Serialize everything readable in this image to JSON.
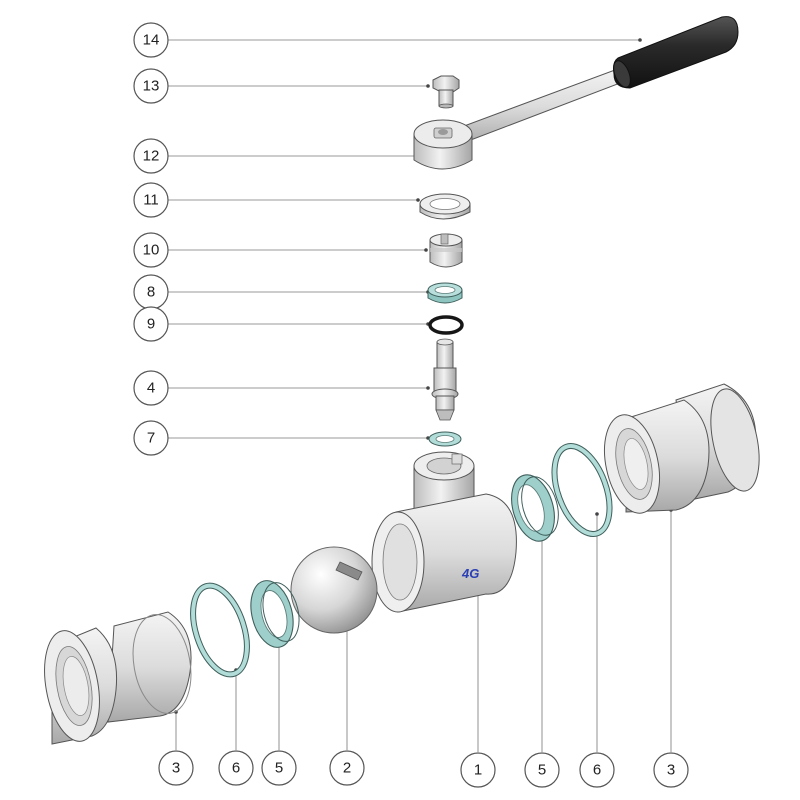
{
  "diagram": {
    "brand_mark": "4G",
    "colors": {
      "metal_light": "#e9e9e9",
      "metal_mid": "#cfcfcf",
      "metal_dark": "#9e9e9e",
      "seal_teal": "#a9d6d2",
      "oring_black": "#1a1a1a",
      "handle_grip": "#2a2a2a",
      "brand_blue": "#2b3fb5",
      "leader_line": "#777777"
    },
    "callouts_left": [
      {
        "id": "c14",
        "label": "14"
      },
      {
        "id": "c13",
        "label": "13"
      },
      {
        "id": "c12",
        "label": "12"
      },
      {
        "id": "c11",
        "label": "11"
      },
      {
        "id": "c10",
        "label": "10"
      },
      {
        "id": "c8",
        "label": "8"
      },
      {
        "id": "c9",
        "label": "9"
      },
      {
        "id": "c4",
        "label": "4"
      },
      {
        "id": "c7",
        "label": "7"
      }
    ],
    "callouts_bottom": [
      {
        "id": "b3a",
        "label": "3"
      },
      {
        "id": "b6a",
        "label": "6"
      },
      {
        "id": "b5a",
        "label": "5"
      },
      {
        "id": "b2",
        "label": "2"
      },
      {
        "id": "b1",
        "label": "1"
      },
      {
        "id": "b5b",
        "label": "5"
      },
      {
        "id": "b6b",
        "label": "6"
      },
      {
        "id": "b3b",
        "label": "3"
      }
    ],
    "parts": [
      {
        "id": "handle",
        "icon": "lever-handle-icon"
      },
      {
        "id": "bolt",
        "icon": "hex-bolt-icon"
      },
      {
        "id": "handle_hub",
        "icon": "hub-icon"
      },
      {
        "id": "nut",
        "icon": "nut-icon"
      },
      {
        "id": "gland",
        "icon": "gland-icon"
      },
      {
        "id": "stem_seal",
        "icon": "seal-ring-icon"
      },
      {
        "id": "oring",
        "icon": "o-ring-icon"
      },
      {
        "id": "stem",
        "icon": "stem-icon"
      },
      {
        "id": "stem_washer",
        "icon": "washer-icon"
      },
      {
        "id": "body",
        "icon": "valve-body-icon"
      },
      {
        "id": "ball",
        "icon": "ball-icon"
      },
      {
        "id": "seat",
        "icon": "seat-icon"
      },
      {
        "id": "gasket",
        "icon": "gasket-icon"
      },
      {
        "id": "union",
        "icon": "union-fitting-icon"
      }
    ]
  }
}
